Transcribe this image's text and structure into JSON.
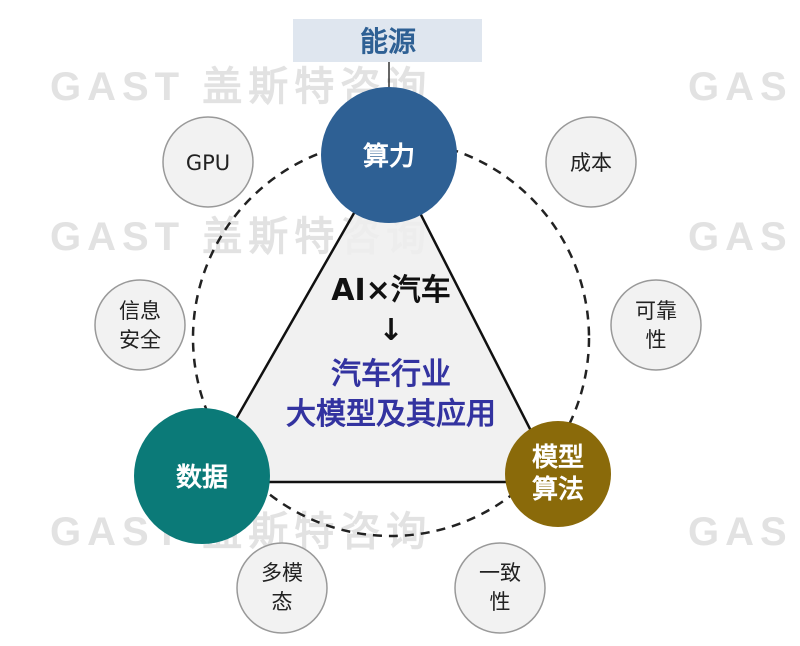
{
  "top_label": "能源",
  "watermark": {
    "text": "GAST 盖斯特咨询",
    "clipped_text": "GAS"
  },
  "center": {
    "line1": "AI×汽车",
    "arrow": "↓",
    "line2": "汽车行业",
    "line3": "大模型及其应用"
  },
  "main_nodes": {
    "compute": {
      "label": "算力",
      "color": "#2e6094"
    },
    "data": {
      "label": "数据",
      "color": "#0b7a78"
    },
    "algorithm": {
      "line1": "模型",
      "line2": "算法",
      "color": "#8a6a0a"
    }
  },
  "satellites": {
    "gpu": {
      "line1": "GPU"
    },
    "cost": {
      "line1": "成本"
    },
    "security": {
      "line1": "信息",
      "line2": "安全"
    },
    "reliability": {
      "line1": "可靠",
      "line2": "性"
    },
    "multimodal": {
      "line1": "多模",
      "line2": "态"
    },
    "consistency": {
      "line1": "一致",
      "line2": "性"
    }
  }
}
